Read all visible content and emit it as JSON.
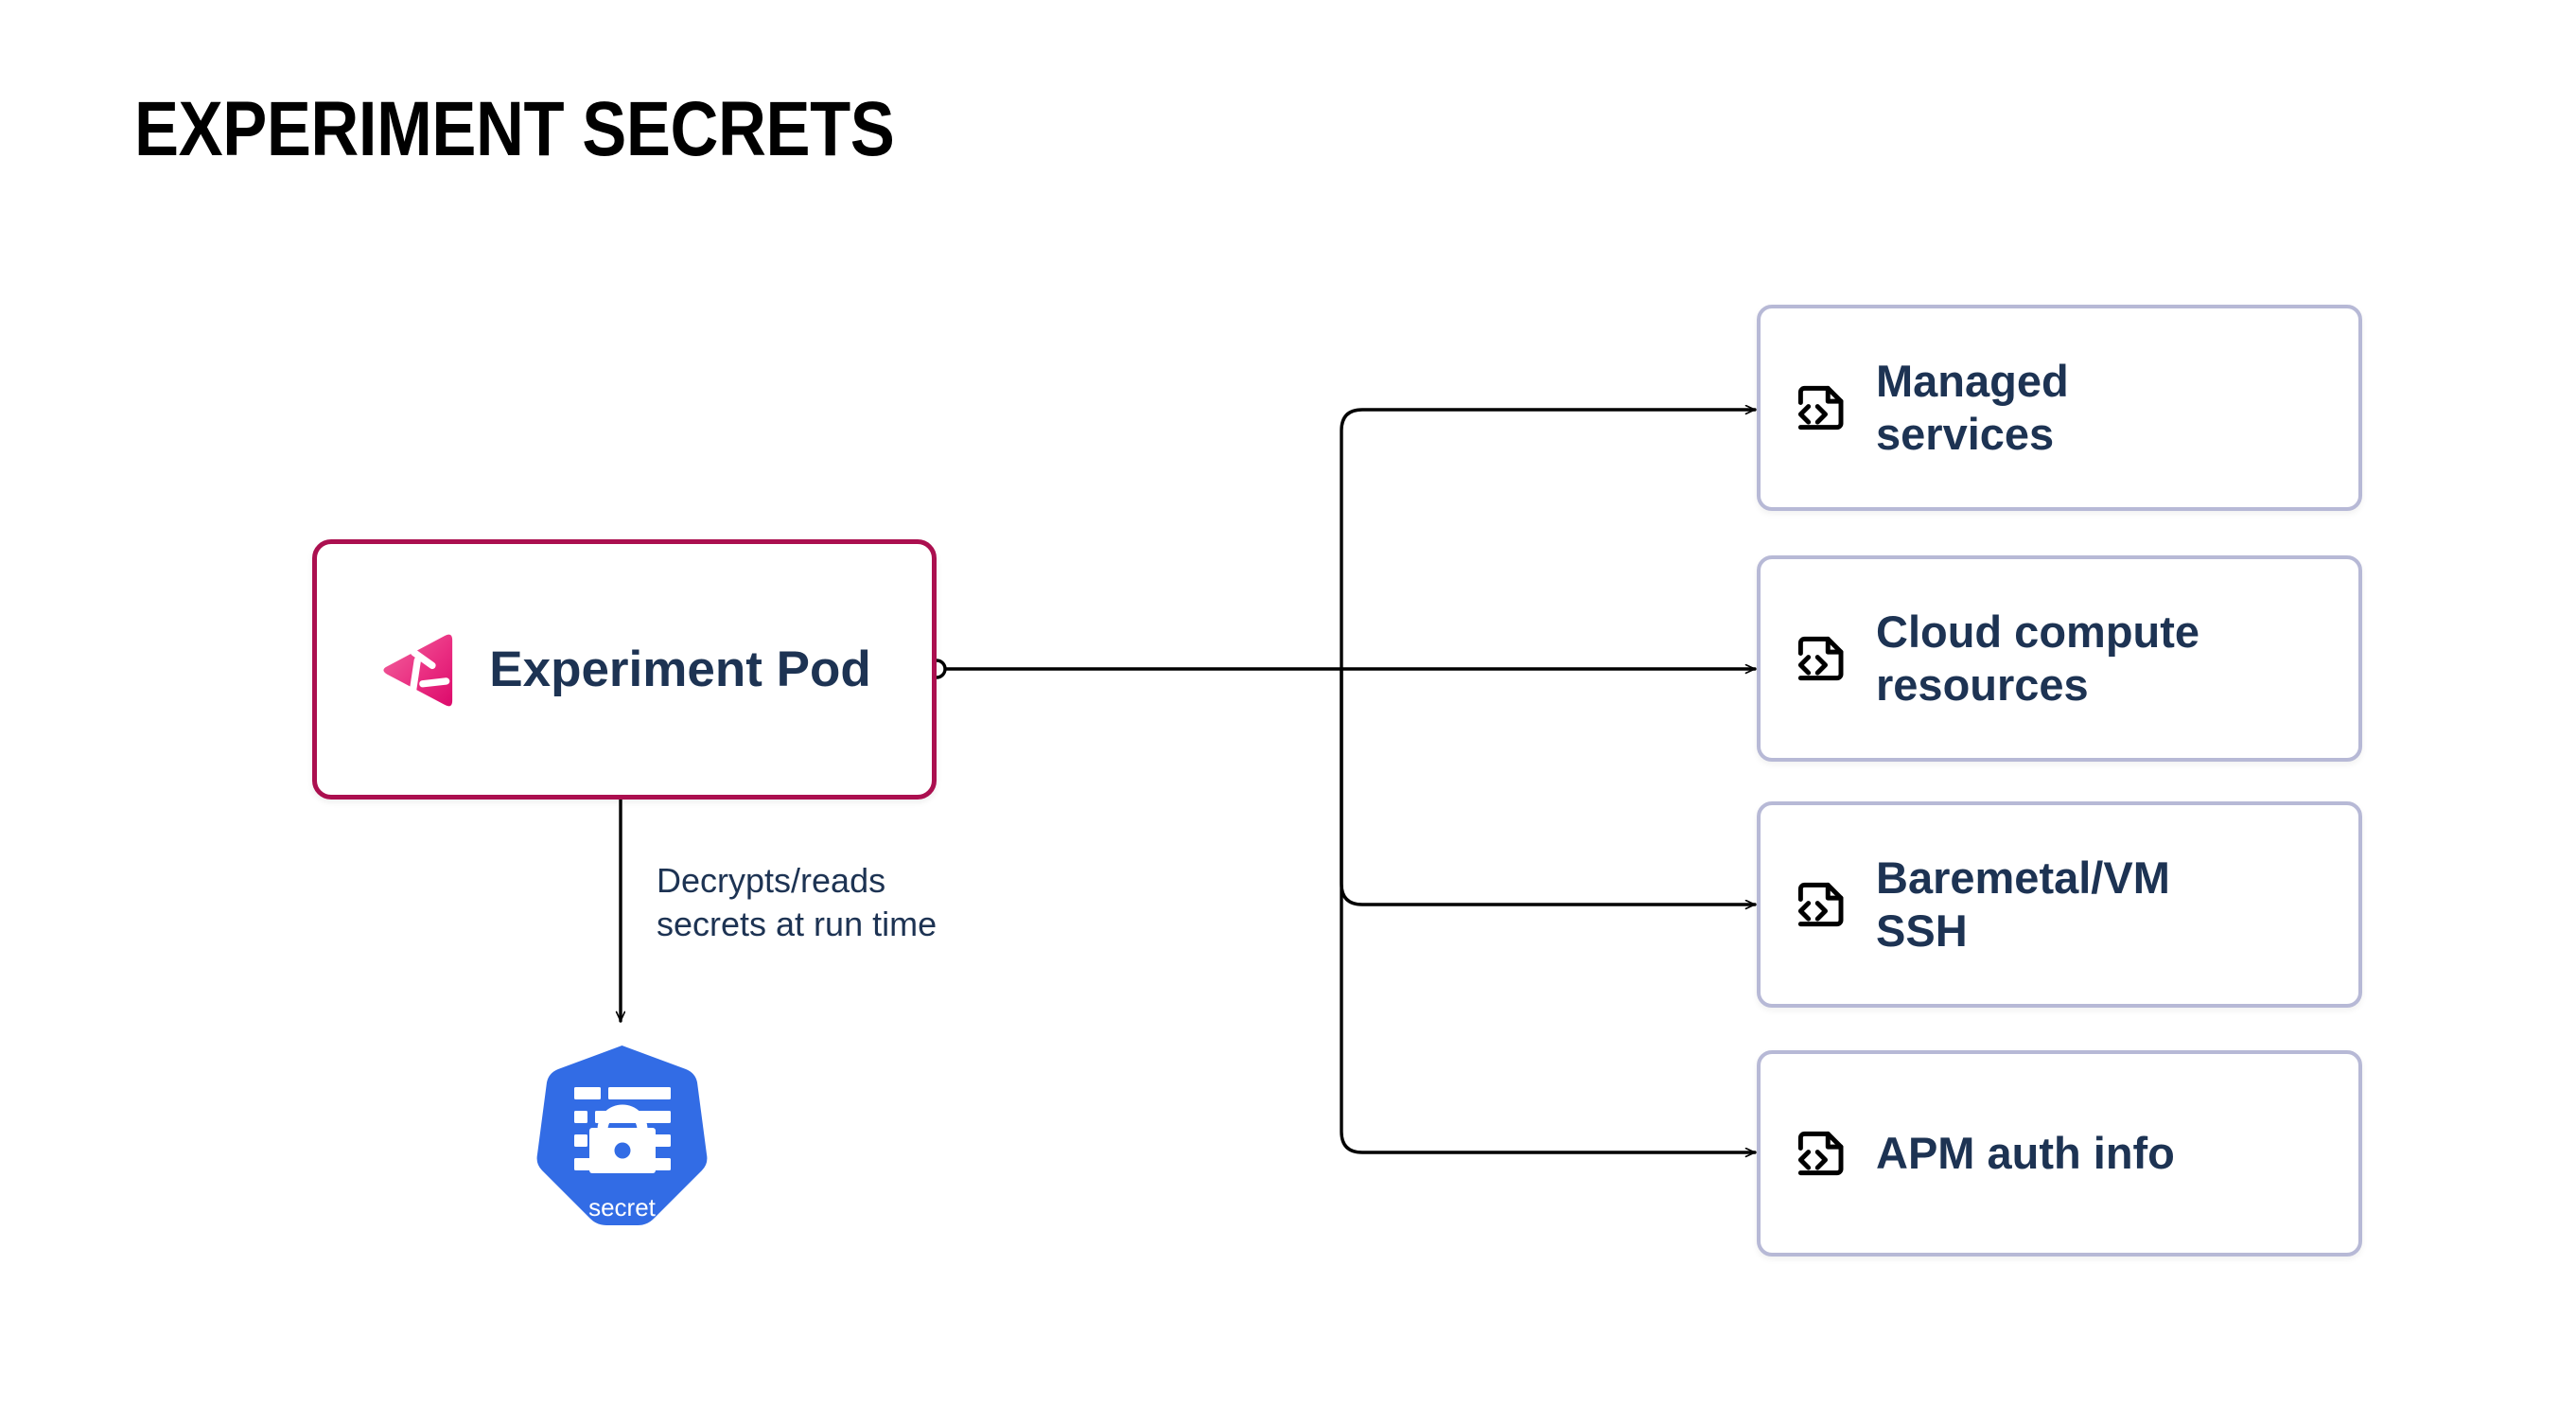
{
  "page": {
    "title": "EXPERIMENT SECRETS",
    "background_color": "#ffffff"
  },
  "colors": {
    "pod_border": "#ab0f4f",
    "pod_text": "#1d3353",
    "card_border": "#b7b9d6",
    "card_text": "#1d3353",
    "connector": "#000000",
    "secret_blue": "#326ce5",
    "logo_pink_light": "#ef5d9c",
    "logo_pink_dark": "#e0136f",
    "icon_black": "#000000"
  },
  "diagram": {
    "source_node": {
      "label": "Experiment Pod",
      "icon": "gremlin-logo-icon",
      "border_color": "#ab0f4f"
    },
    "secret_node": {
      "label": "secret",
      "icon": "kubernetes-secret-icon",
      "fill_color": "#326ce5"
    },
    "edges": [
      {
        "id": "pod-to-secret",
        "label": "Decrypts/reads secrets at run time",
        "label_line_1": "Decrypts/reads",
        "label_line_2": "secrets at run time",
        "from": "Experiment Pod",
        "to": "secret",
        "direction": "down"
      },
      {
        "id": "pod-to-managed-services",
        "from": "Experiment Pod",
        "to": "Managed services",
        "label": ""
      },
      {
        "id": "pod-to-cloud-compute-resources",
        "from": "Experiment Pod",
        "to": "Cloud compute resources",
        "label": ""
      },
      {
        "id": "pod-to-baremetal-vm-ssh",
        "from": "Experiment Pod",
        "to": "Baremetal/VM SSH",
        "label": ""
      },
      {
        "id": "pod-to-apm-auth-info",
        "from": "Experiment Pod",
        "to": "APM auth info",
        "label": ""
      }
    ],
    "target_nodes": [
      {
        "label": "Managed services",
        "line_1": "Managed",
        "line_2": "services",
        "icon": "file-code-icon"
      },
      {
        "label": "Cloud compute resources",
        "line_1": "Cloud compute",
        "line_2": "resources",
        "icon": "file-code-icon"
      },
      {
        "label": "Baremetal/VM SSH",
        "line_1": "Baremetal/VM",
        "line_2": "SSH",
        "icon": "file-code-icon"
      },
      {
        "label": "APM auth info",
        "line_1": "APM auth info",
        "line_2": "",
        "icon": "file-code-icon"
      }
    ]
  }
}
